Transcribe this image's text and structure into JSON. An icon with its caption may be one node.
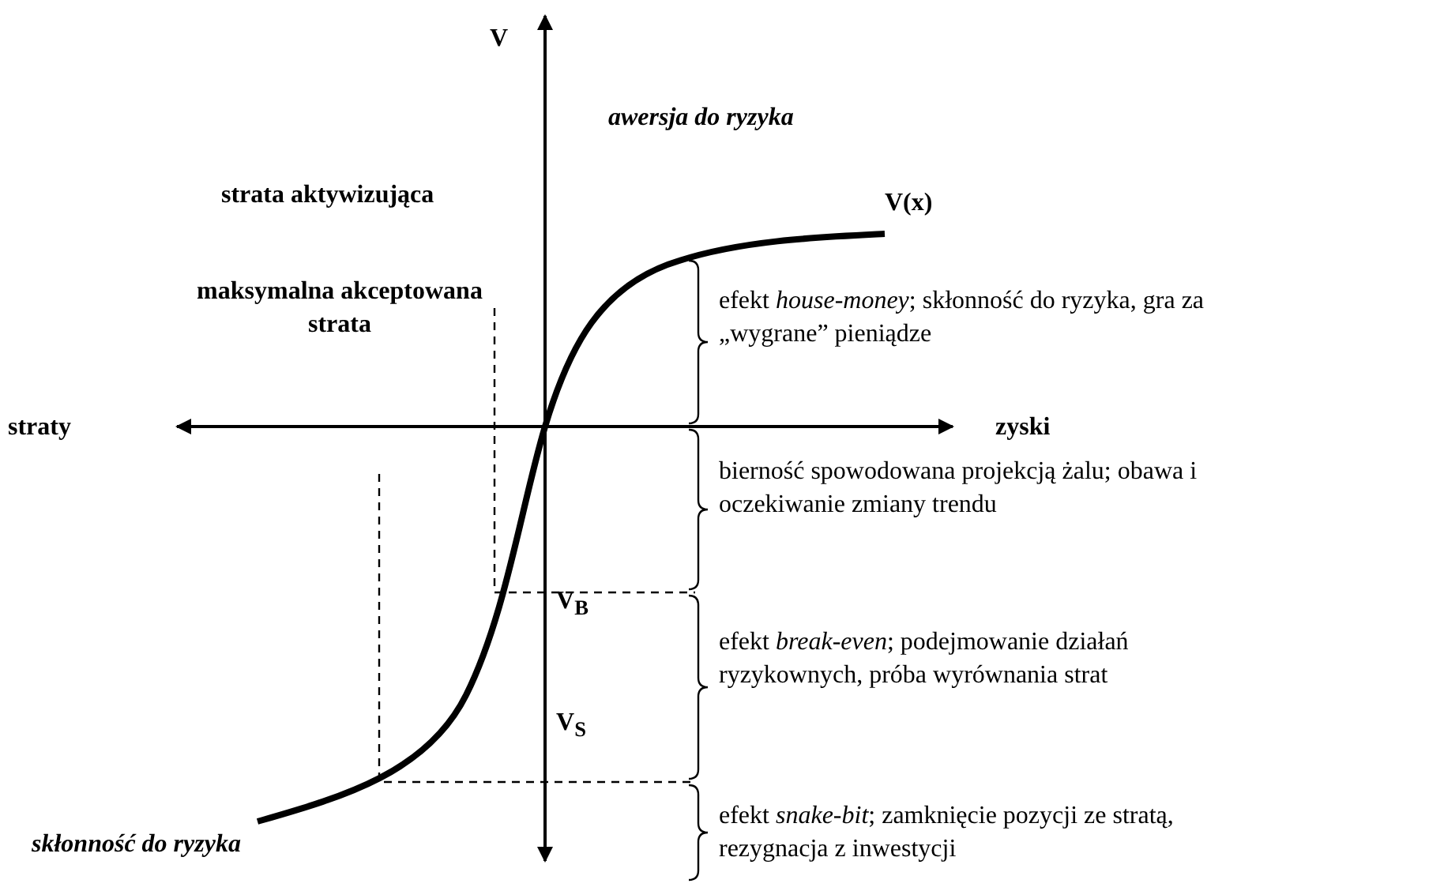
{
  "diagram": {
    "labels": [
      "V",
      "awersja do ryzyka",
      "strata aktywizująca",
      "V(x)",
      "maksymalna akceptowana strata",
      "efekt *house-money*; skłonność do ryzyka, gra za „wygrane” pieniądze",
      "straty",
      "zyski",
      "bierność spowodowana projekcją żalu; obawa i oczekiwanie zmiany trendu",
      "V$_{B}$",
      "efekt *break-even*; podejmowanie działań ryzykownych, próba wyrównania strat",
      "V$_{S}$",
      "efekt *snake-bit*; zamknięcie pozycji ze stratą, rezygnacja z inwestycji",
      "skłonność do ryzyka"
    ]
  }
}
